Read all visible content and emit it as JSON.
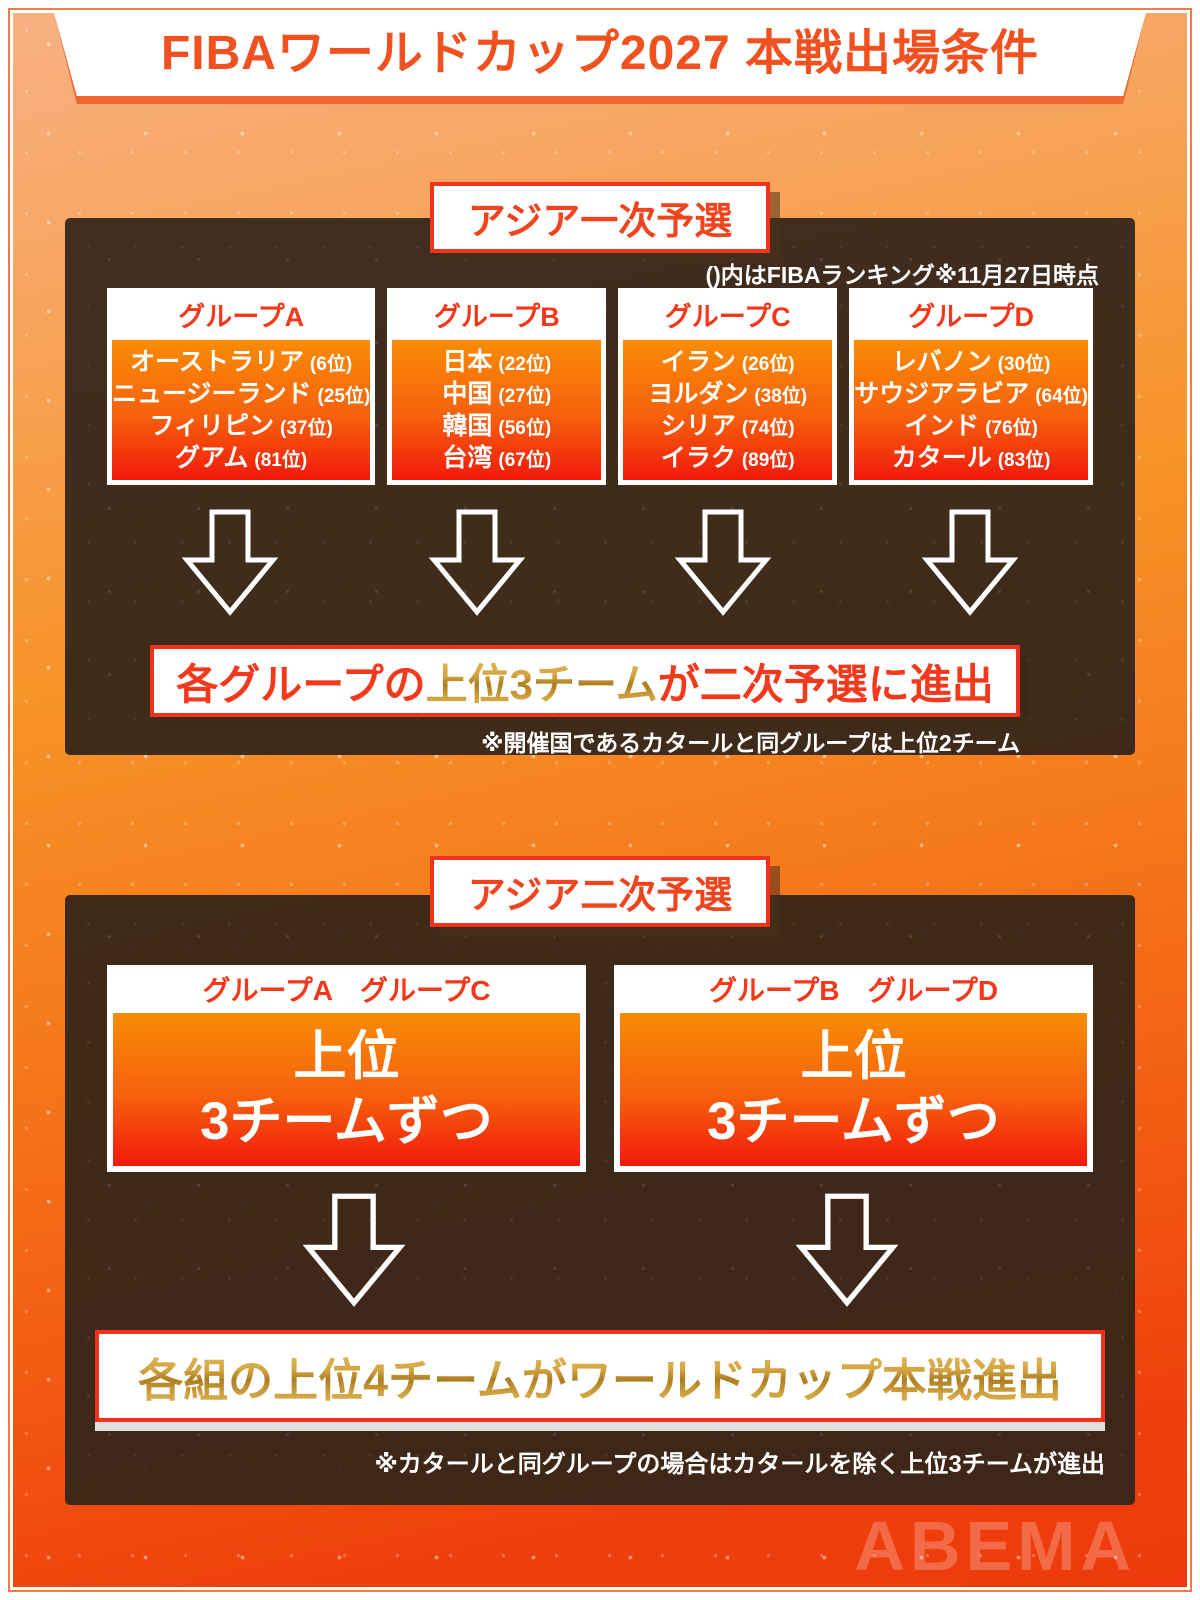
{
  "title": "FIBAワールドカップ2027 本戦出場条件",
  "watermark": "ABEMA",
  "colors": {
    "accent_red": "#F2321B",
    "title_orange": "#F0511E",
    "box_gradient_top": "#F98C05",
    "box_gradient_bottom": "#F2190B",
    "gold_text": "#C9992F",
    "panel_brown": "#332519",
    "background_top": "#F8B185",
    "background_bottom": "#EE3A0C"
  },
  "section1": {
    "header": "アジア一次予選",
    "note": "()内はFIBAランキング※11月27日時点",
    "groups": [
      {
        "label": "グループA",
        "teams": [
          {
            "name": "オーストラリア",
            "rank": "(6位)"
          },
          {
            "name": "ニュージーランド",
            "rank": "(25位)"
          },
          {
            "name": "フィリピン",
            "rank": "(37位)"
          },
          {
            "name": "グアム",
            "rank": "(81位)"
          }
        ]
      },
      {
        "label": "グループB",
        "teams": [
          {
            "name": "日本",
            "rank": "(22位)"
          },
          {
            "name": "中国",
            "rank": "(27位)"
          },
          {
            "name": "韓国",
            "rank": "(56位)"
          },
          {
            "name": "台湾",
            "rank": "(67位)"
          }
        ]
      },
      {
        "label": "グループC",
        "teams": [
          {
            "name": "イラン",
            "rank": "(26位)"
          },
          {
            "name": "ヨルダン",
            "rank": "(38位)"
          },
          {
            "name": "シリア",
            "rank": "(74位)"
          },
          {
            "name": "イラク",
            "rank": "(89位)"
          }
        ]
      },
      {
        "label": "グループD",
        "teams": [
          {
            "name": "レバノン",
            "rank": "(30位)"
          },
          {
            "name": "サウジアラビア",
            "rank": "(64位)"
          },
          {
            "name": "インド",
            "rank": "(76位)"
          },
          {
            "name": "カタール",
            "rank": "(83位)"
          }
        ]
      }
    ],
    "banner": {
      "part1": "各グループの",
      "part2": "上位3チーム",
      "part3": "が二次予選に進出"
    },
    "footnote": "※開催国であるカタールと同グループは上位2チーム"
  },
  "section2": {
    "header": "アジア二次予選",
    "pairs": [
      {
        "label": "グループA　グループC",
        "line1": "上位",
        "line2": "3チームずつ"
      },
      {
        "label": "グループB　グループD",
        "line1": "上位",
        "line2": "3チームずつ"
      }
    ],
    "banner": "各組の上位4チームがワールドカップ本戦進出",
    "footnote": "※カタールと同グループの場合はカタールを除く上位3チームが進出"
  }
}
